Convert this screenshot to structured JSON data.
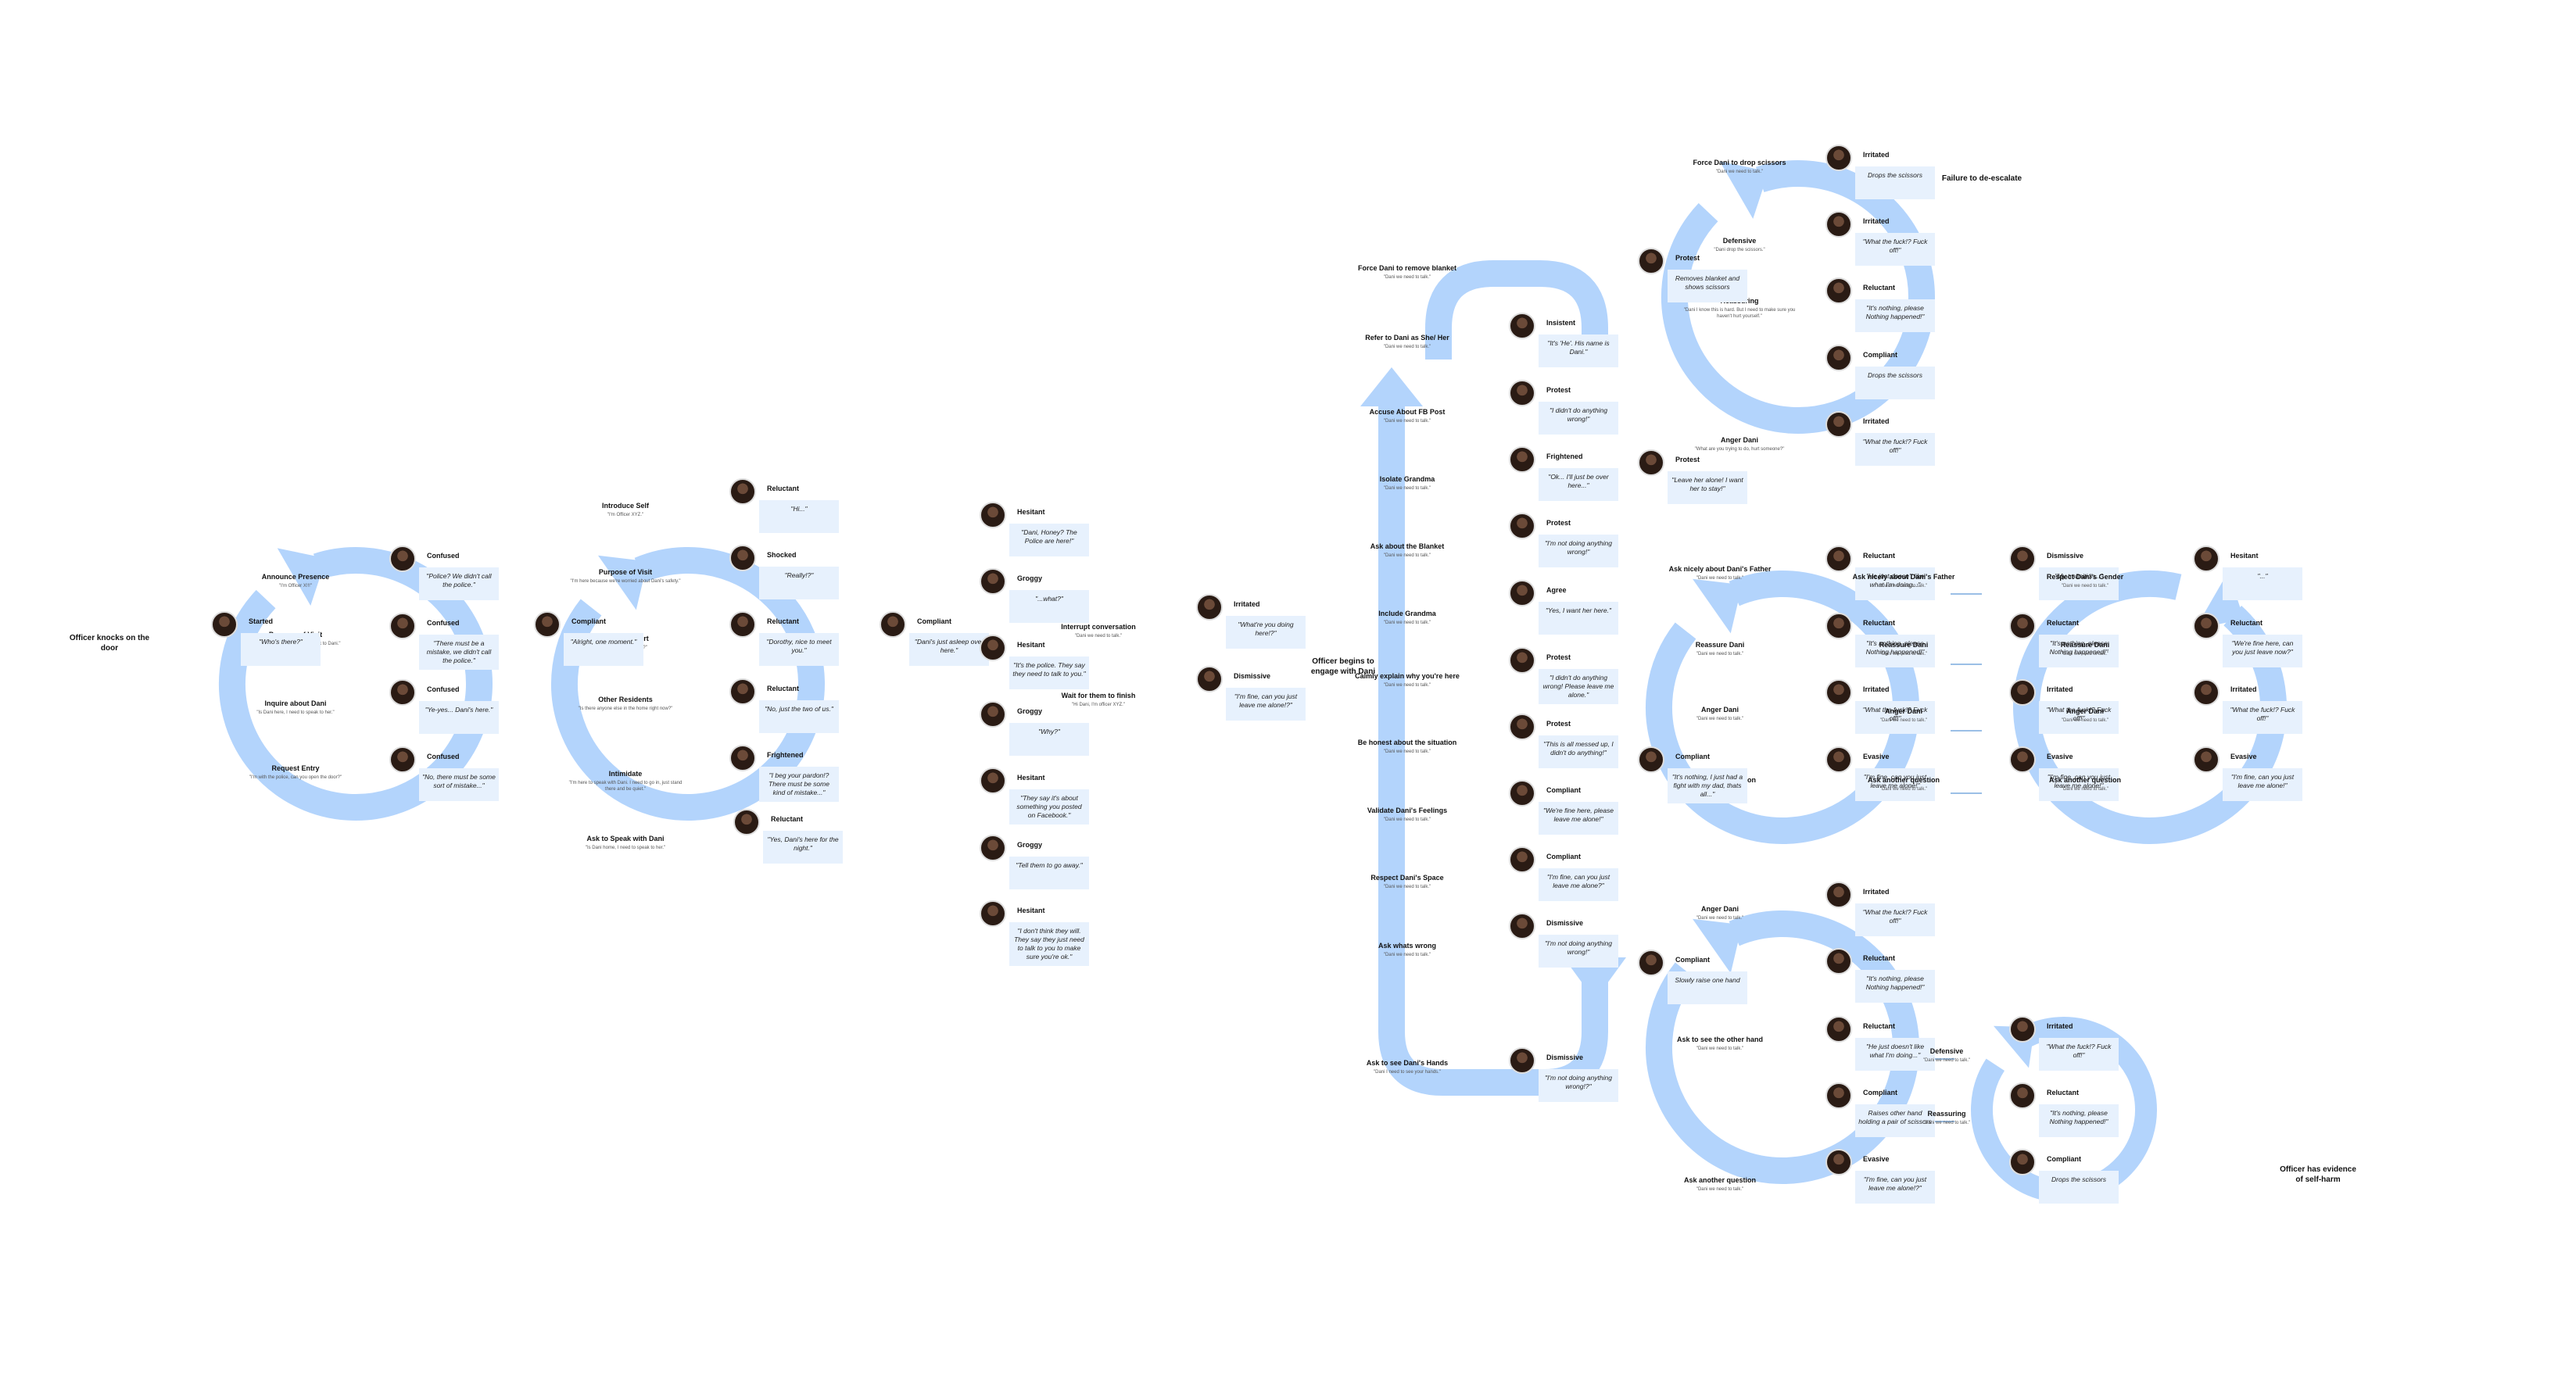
{
  "title_labels": [
    {
      "text": "Officer knocks on the door"
    },
    {
      "text": "Officer begins to engage with Dani"
    },
    {
      "text": "Failure to de-escalate"
    },
    {
      "text": "Officer has evidence of self-harm"
    }
  ],
  "colors": {
    "arrow": "#b3d4fc",
    "card": "#e7f1fd",
    "background": "#ffffff"
  },
  "icons": {
    "avatar": "avatar-icon",
    "arrow": "arrow-icon"
  },
  "clusters": [
    {
      "name": "door",
      "actions": [
        {
          "title": "Announce Presence",
          "sub": "\"I'm Officer X!!!\""
        },
        {
          "title": "Purpose of Visit",
          "sub": "\"I'm here because I need to speak to Dani.\""
        },
        {
          "title": "Inquire about Dani",
          "sub": "\"Is Dani here, I need to speak to her.\""
        },
        {
          "title": "Request Entry",
          "sub": "\"I'm with the police, can you open the door?\""
        }
      ],
      "responses": [
        {
          "emotion": "Started",
          "text": "\"Who's there?\""
        },
        {
          "emotion": "Confused",
          "text": "\"Police? We didn't call the police.\""
        },
        {
          "emotion": "Confused",
          "text": "\"There must be a mistake, we didn't call the police.\""
        },
        {
          "emotion": "Confused",
          "text": "\"Ye-yes... Dani's here.\""
        },
        {
          "emotion": "Confused",
          "text": "\"No, there must be some sort of mistake...\""
        }
      ]
    },
    {
      "name": "grandma",
      "actions": [
        {
          "title": "Introduce Self",
          "sub": "\"I'm Officer XYZ.\""
        },
        {
          "title": "Purpose of Visit",
          "sub": "\"I'm here because we're worried about Dani's safety.\""
        },
        {
          "title": "Build Rapport",
          "sub": "\"What's your name?\""
        },
        {
          "title": "Other Residents",
          "sub": "\"Is there anyone else in the home right now?\""
        },
        {
          "title": "Intimidate",
          "sub": "\"I'm here to speak with Dani. I need to go in, just stand there and be quiet.\""
        },
        {
          "title": "Ask to Speak with Dani",
          "sub": "\"Is Dani home, I need to speak to her.\""
        }
      ],
      "responses": [
        {
          "emotion": "Compliant",
          "text": "\"Alright, one moment.\""
        },
        {
          "emotion": "Reluctant",
          "text": "\"Hi...\""
        },
        {
          "emotion": "Shocked",
          "text": "\"Really!?\""
        },
        {
          "emotion": "Reluctant",
          "text": "\"Dorothy, nice to meet you.\""
        },
        {
          "emotion": "Reluctant",
          "text": "\"No, just the two of us.\""
        },
        {
          "emotion": "Frightened",
          "text": "\"I beg your pardon!? There must be some kind of mistake...\""
        },
        {
          "emotion": "Reluctant",
          "text": "\"Yes, Dani's here for the night.\""
        }
      ]
    },
    {
      "name": "wake",
      "responses": [
        {
          "emotion": "Compliant",
          "text": "\"Dani's just asleep over here.\""
        },
        {
          "emotion": "Hesitant",
          "text": "\"Dani, Honey? The Police are here!\""
        },
        {
          "emotion": "Groggy",
          "text": "\"...what?\""
        },
        {
          "emotion": "Hesitant",
          "text": "\"It's the police. They say they need to talk to you.\""
        },
        {
          "emotion": "Groggy",
          "text": "\"Why?\""
        },
        {
          "emotion": "Hesitant",
          "text": "\"They say it's about something you posted on Facebook.\""
        },
        {
          "emotion": "Groggy",
          "text": "\"Tell them to go away.\""
        },
        {
          "emotion": "Hesitant",
          "text": "\"I don't think they will. They say they just need to talk to you to make sure you're ok.\""
        }
      ]
    },
    {
      "name": "interrupt",
      "actions": [
        {
          "title": "Interrupt conversation",
          "sub": "\"Dani we need to talk.\""
        },
        {
          "title": "Wait for them to finish",
          "sub": "\"Hi Dani, I'm officer XYZ.\""
        }
      ],
      "responses": [
        {
          "emotion": "Irritated",
          "text": "\"What're you doing here!?\""
        },
        {
          "emotion": "Dismissive",
          "text": "\"I'm fine, can you just leave me alone!?\""
        }
      ]
    },
    {
      "name": "engage",
      "actions": [
        {
          "title": "Force Dani to remove blanket",
          "sub": "\"Dani we need to talk.\""
        },
        {
          "title": "Refer to Dani as She/ Her",
          "sub": "\"Dani we need to talk.\""
        },
        {
          "title": "Accuse About FB Post",
          "sub": "\"Dani we need to talk.\""
        },
        {
          "title": "Isolate Grandma",
          "sub": "\"Dani we need to talk.\""
        },
        {
          "title": "Ask about the Blanket",
          "sub": "\"Dani we need to talk.\""
        },
        {
          "title": "Include Grandma",
          "sub": "\"Dani we need to talk.\""
        },
        {
          "title": "Calmly explain why you're here",
          "sub": "\"Dani we need to talk.\""
        },
        {
          "title": "Be honest about the situation",
          "sub": "\"Dani we need to talk.\""
        },
        {
          "title": "Validate Dani's Feelings",
          "sub": "\"Dani we need to talk.\""
        },
        {
          "title": "Respect Dani's Space",
          "sub": "\"Dani we need to talk.\""
        },
        {
          "title": "Ask whats wrong",
          "sub": "\"Dani we need to talk.\""
        },
        {
          "title": "Ask to see Dani's Hands",
          "sub": "\"Dani I need to see your hands.\""
        }
      ],
      "responses": [
        {
          "emotion": "Insistent",
          "text": "\"It's 'He'. His name is Dani.\""
        },
        {
          "emotion": "Protest",
          "text": "\"I didn't do anything wrong!\""
        },
        {
          "emotion": "Frightened",
          "text": "\"Ok... I'll just be over here...\""
        },
        {
          "emotion": "Protest",
          "text": "\"I'm not doing anything wrong!\""
        },
        {
          "emotion": "Agree",
          "text": "\"Yes, I want her here.\""
        },
        {
          "emotion": "Protest",
          "text": "\"I didn't do anything wrong! Please leave me alone.\""
        },
        {
          "emotion": "Protest",
          "text": "\"This is all messed up, I didn't do anything!\""
        },
        {
          "emotion": "Compliant",
          "text": "\"We're fine here, please leave me alone!\""
        },
        {
          "emotion": "Compliant",
          "text": "\"I'm fine, can you just leave me alone?\""
        },
        {
          "emotion": "Dismissive",
          "text": "\"I'm not doing anything wrong!\""
        },
        {
          "emotion": "Dismissive",
          "text": "\"I'm not doing anything wrong!?\""
        }
      ]
    },
    {
      "name": "scissors",
      "actions": [
        {
          "title": "Force Dani to drop scissors",
          "sub": "\"Dani we need to talk.\""
        },
        {
          "title": "Defensive",
          "sub": "\"Dani drop the scissors.\""
        },
        {
          "title": "Reassuring",
          "sub": "\"Dani I know this is hard. But I need to make sure you haven't hurt yourself.\""
        },
        {
          "title": "Anger Dani",
          "sub": "\"What are you trying to do, hurt someone?\""
        }
      ],
      "responses": [
        {
          "emotion": "Protest",
          "text": "Removes blanket and shows scissors"
        },
        {
          "emotion": "Irritated",
          "text": "Drops the scissors"
        },
        {
          "emotion": "Irritated",
          "text": "\"What the fuck!? Fuck off!\""
        },
        {
          "emotion": "Reluctant",
          "text": "\"It's nothing, please Nothing happened!\""
        },
        {
          "emotion": "Compliant",
          "text": "Drops the scissors"
        },
        {
          "emotion": "Irritated",
          "text": "\"What the fuck!? Fuck off!\""
        },
        {
          "emotion": "Protest",
          "text": "\"Leave her alone! I want her to stay!\""
        }
      ]
    },
    {
      "name": "father",
      "actions": [
        {
          "title": "Ask nicely about Dani's Father",
          "sub": "\"Dani we need to talk.\""
        },
        {
          "title": "Reassure Dani",
          "sub": "\"Dani we need to talk.\""
        },
        {
          "title": "Anger Dani",
          "sub": "\"Dani we need to talk.\""
        },
        {
          "title": "Ask another question",
          "sub": "\"Dani we need to talk.\""
        }
      ],
      "responses": [
        {
          "emotion": "Compliant",
          "text": "\"It's nothing, I just had a fight with my dad, thats all...\""
        },
        {
          "emotion": "Reluctant",
          "text": "\"He just doesn't like what I'm doing...\""
        },
        {
          "emotion": "Reluctant",
          "text": "\"It's nothing, please Nothing happened!\""
        },
        {
          "emotion": "Irritated",
          "text": "\"What the fuck!? Fuck off!\""
        },
        {
          "emotion": "Evasive",
          "text": "\"I'm fine, can you just leave me alone!\""
        }
      ]
    },
    {
      "name": "transition",
      "actions": [
        {
          "title": "Ask nicely about Dani's Father",
          "sub": "\"Dani we need to talk.\""
        },
        {
          "title": "Reassure Dani",
          "sub": "\"Dani we need to talk.\""
        },
        {
          "title": "Anger Dani",
          "sub": "\"Dani we need to talk.\""
        },
        {
          "title": "Ask another question",
          "sub": "\"Dani we need to talk.\""
        }
      ],
      "responses": [
        {
          "emotion": "Dismissive",
          "text": "\"My transition...\""
        },
        {
          "emotion": "Reluctant",
          "text": "\"It's nothing, please Nothing happened!\""
        },
        {
          "emotion": "Irritated",
          "text": "\"What the fuck!? Fuck off!\""
        },
        {
          "emotion": "Evasive",
          "text": "\"I'm fine, can you just leave me alone!\""
        }
      ]
    },
    {
      "name": "gender",
      "actions": [
        {
          "title": "Respect Dani's Gender",
          "sub": "\"Dani we need to talk.\""
        },
        {
          "title": "Reassure Dani",
          "sub": "\"Dani we need to talk.\""
        },
        {
          "title": "Anger Dani",
          "sub": "\"Dani we need to talk.\""
        },
        {
          "title": "Ask another question",
          "sub": "\"Dani we need to talk.\""
        }
      ],
      "responses": [
        {
          "emotion": "Hesitant",
          "text": "\"...\""
        },
        {
          "emotion": "Reluctant",
          "text": "\"We're fine here, can you just leave now?\""
        },
        {
          "emotion": "Irritated",
          "text": "\"What the fuck!? Fuck off!\""
        },
        {
          "emotion": "Evasive",
          "text": "\"I'm fine, can you just leave me alone!\""
        }
      ]
    },
    {
      "name": "hands",
      "actions": [
        {
          "title": "Anger Dani",
          "sub": "\"Dani we need to talk.\""
        },
        {
          "title": "Reassure Dani",
          "sub": "\"Dani we need to talk.\""
        },
        {
          "title": "Ask to see the other hand",
          "sub": "\"Dani we need to talk.\""
        },
        {
          "title": "Ask another question",
          "sub": "\"Dani we need to talk.\""
        }
      ],
      "responses": [
        {
          "emotion": "Compliant",
          "text": "Slowly raise one hand"
        },
        {
          "emotion": "Irritated",
          "text": "\"What the fuck!? Fuck off!\""
        },
        {
          "emotion": "Reluctant",
          "text": "\"It's nothing, please Nothing happened!\""
        },
        {
          "emotion": "Reluctant",
          "text": "\"He just doesn't like what I'm doing...\""
        },
        {
          "emotion": "Compliant",
          "text": "Raises other hand holding a pair of scissors"
        },
        {
          "emotion": "Evasive",
          "text": "\"I'm fine, can you just leave me alone!?\""
        }
      ]
    },
    {
      "name": "selfharm",
      "actions": [
        {
          "title": "Defensive",
          "sub": "\"Dani we need to talk.\""
        },
        {
          "title": "Reassuring",
          "sub": "\"Dani we need to talk.\""
        }
      ],
      "responses": [
        {
          "emotion": "Irritated",
          "text": "\"What the fuck!? Fuck off!\""
        },
        {
          "emotion": "Reluctant",
          "text": "\"It's nothing, please Nothing happened!\""
        },
        {
          "emotion": "Compliant",
          "text": "Drops the scissors"
        }
      ]
    }
  ]
}
